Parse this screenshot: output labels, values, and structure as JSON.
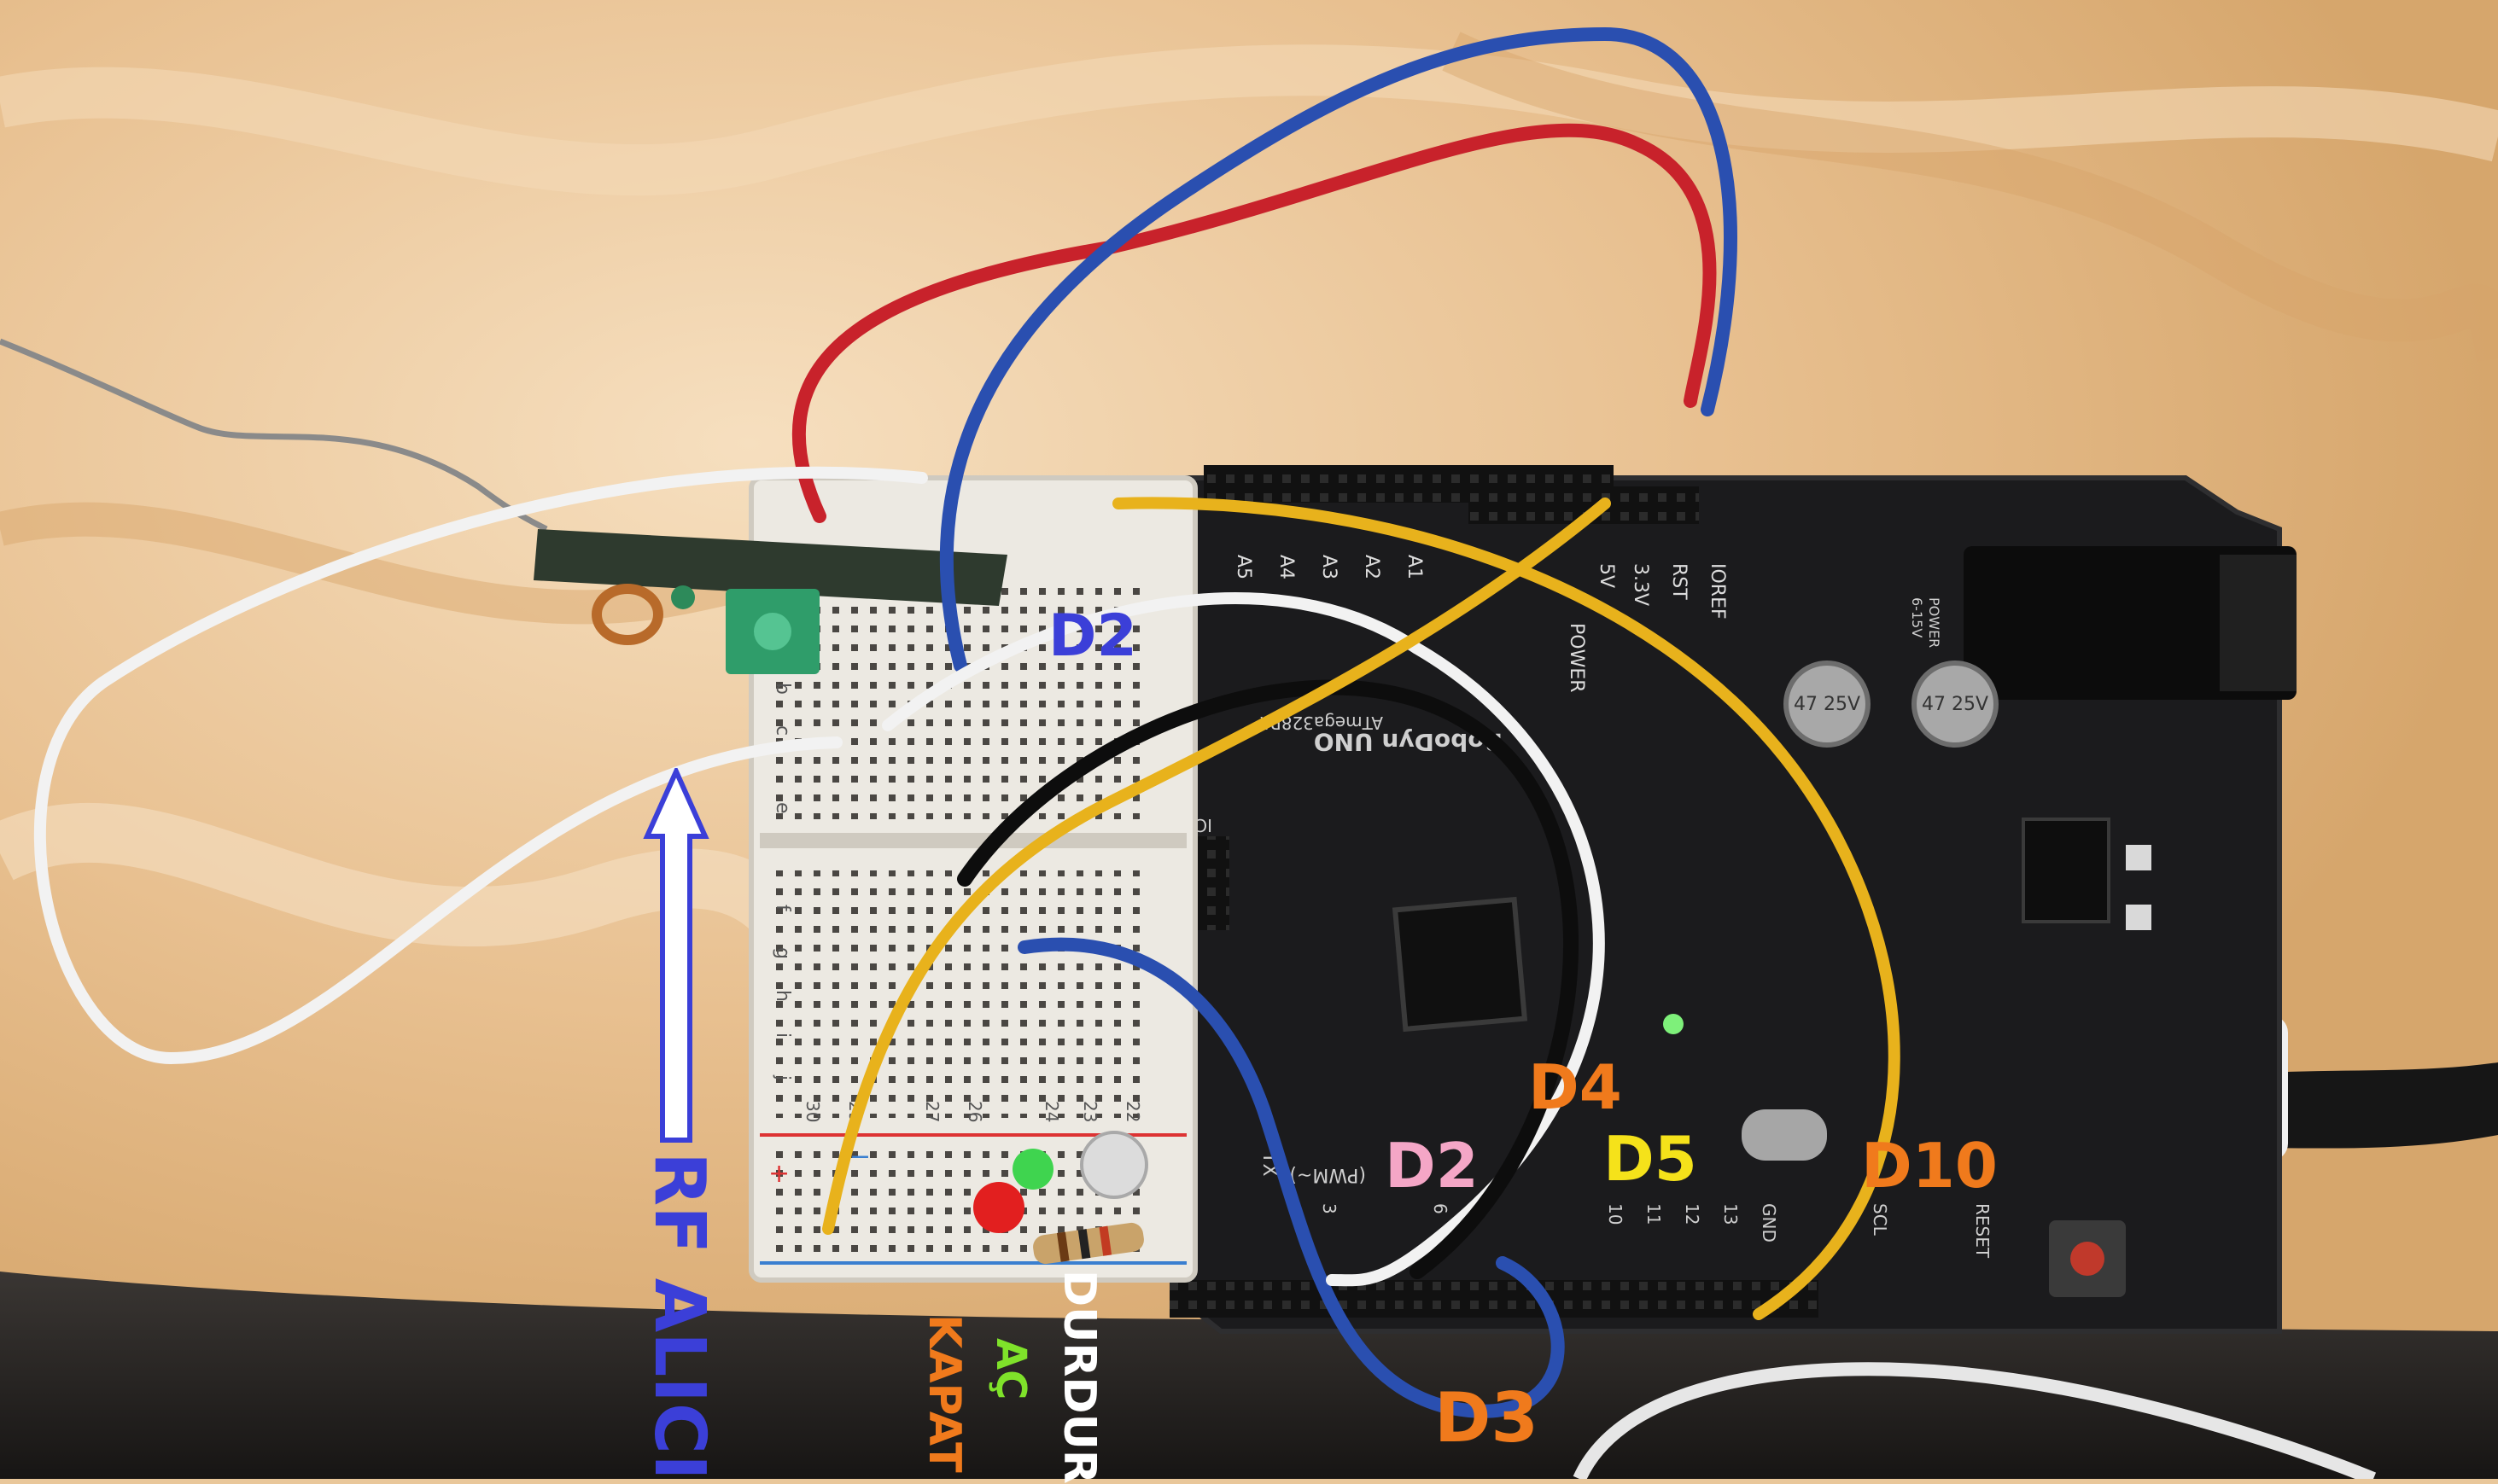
{
  "photo": {
    "colors": {
      "table": "#e9c79a",
      "board": "#1b1b1d",
      "breadboard": "#ece9e2",
      "wire_red": "#c8222b",
      "wire_blue": "#2a4fb0",
      "wire_yellow": "#e8b21c",
      "wire_white": "#f2f2f2",
      "wire_black": "#0d0d0d"
    }
  },
  "annotations": {
    "d2_top": {
      "text": "D2",
      "color": "#3b3fd8"
    },
    "d2_pins": {
      "text": "D2",
      "color": "#f4a6c6"
    },
    "d3": {
      "text": "D3",
      "color": "#f07a1c"
    },
    "d4": {
      "text": "D4",
      "color": "#f07a1c"
    },
    "d5": {
      "text": "D5",
      "color": "#f5e21a"
    },
    "d10": {
      "text": "D10",
      "color": "#f07a1c"
    },
    "rf_alici": {
      "text": "RF ALICI",
      "color": "#3b3fd8"
    },
    "durdur": {
      "text": "DURDUR",
      "color": "#ffffff"
    },
    "ac": {
      "text": "AÇ",
      "color": "#7fe22a"
    },
    "kapat": {
      "text": "KAPAT",
      "color": "#f07a1c"
    }
  },
  "board": {
    "silkscreen": {
      "power": "POWER",
      "ioref": "IOREF",
      "rst": "RST",
      "v33": "3.3V",
      "v5": "5V",
      "analog": [
        "A5",
        "A4",
        "A3",
        "A2",
        "A1"
      ],
      "brand": "RoboDyn UNO",
      "chip": "ATmega328PA",
      "icsp": "ICSP",
      "pwm": "(PWM~)",
      "tx": "TX",
      "gnd": "GND",
      "scl": "SCL",
      "reset": "RESET",
      "pin13": "13",
      "pin12": "12",
      "pin11": "11",
      "pin10": "10",
      "pin6": "6",
      "pin3": "3",
      "dc_power": "POWER",
      "dc_range": "6-15V",
      "cap_label": "47 25V"
    }
  },
  "breadboard": {
    "rows": [
      "b",
      "c",
      "e",
      "f",
      "g",
      "h",
      "i",
      "j"
    ],
    "cols": [
      "30",
      "29",
      "27",
      "26",
      "24",
      "23",
      "22"
    ],
    "plus": "+",
    "minus": "−"
  }
}
